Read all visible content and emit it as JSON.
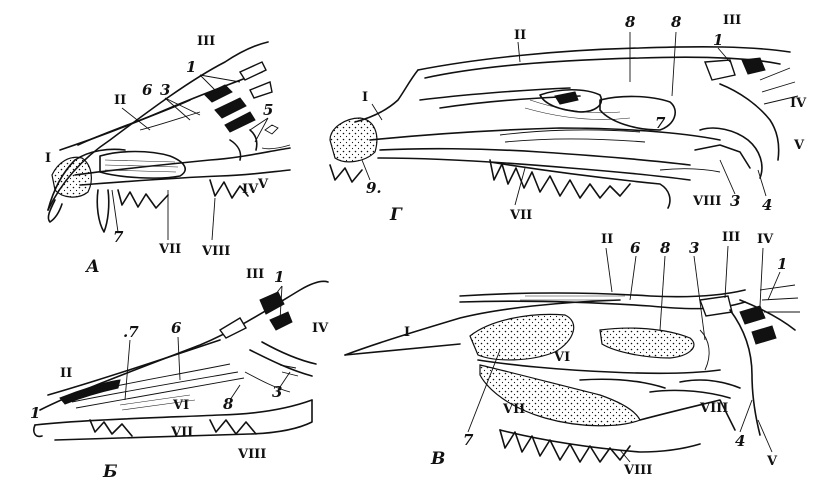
{
  "panels": [
    {
      "letter": "А"
    },
    {
      "letter": "Б"
    },
    {
      "letter": "В"
    },
    {
      "letter": "Г"
    }
  ],
  "labels": {
    "A": {
      "I": "I",
      "II": "II",
      "III": "III",
      "IV": "IV",
      "V": "V",
      "VII": "VII",
      "VIII": "VIII",
      "n1": "1",
      "n3": "3",
      "n5": "5",
      "n6": "6",
      "n7": "7"
    },
    "B": {
      "n1a": "1",
      "n1b": "1",
      "II": "II",
      "III": "III",
      "IV": "IV",
      "VI": "VI",
      "VII": "VII",
      "VIII": "VIII",
      "n3": "3",
      "n6": "6",
      "n7": ".7",
      "n8": "8"
    },
    "C": {
      "I": "I",
      "II": "II",
      "III": "III",
      "IV": "IV",
      "V": "V",
      "VI": "VI",
      "VII": "VII",
      "VIII": "VIII",
      "VIIIb": "VIII",
      "n1": "1",
      "n3": "3",
      "n4": "4",
      "n6": "6",
      "n7": "7",
      "n8": "8"
    },
    "D": {
      "I": "I",
      "II": "II",
      "III": "III",
      "IV": "IV",
      "V": "V",
      "VII": "VII",
      "VIII": "VIII",
      "n1": "1",
      "n3": "3",
      "n4": "4",
      "n7": "7",
      "n8a": "8",
      "n8b": "8",
      "n9": "9."
    }
  }
}
